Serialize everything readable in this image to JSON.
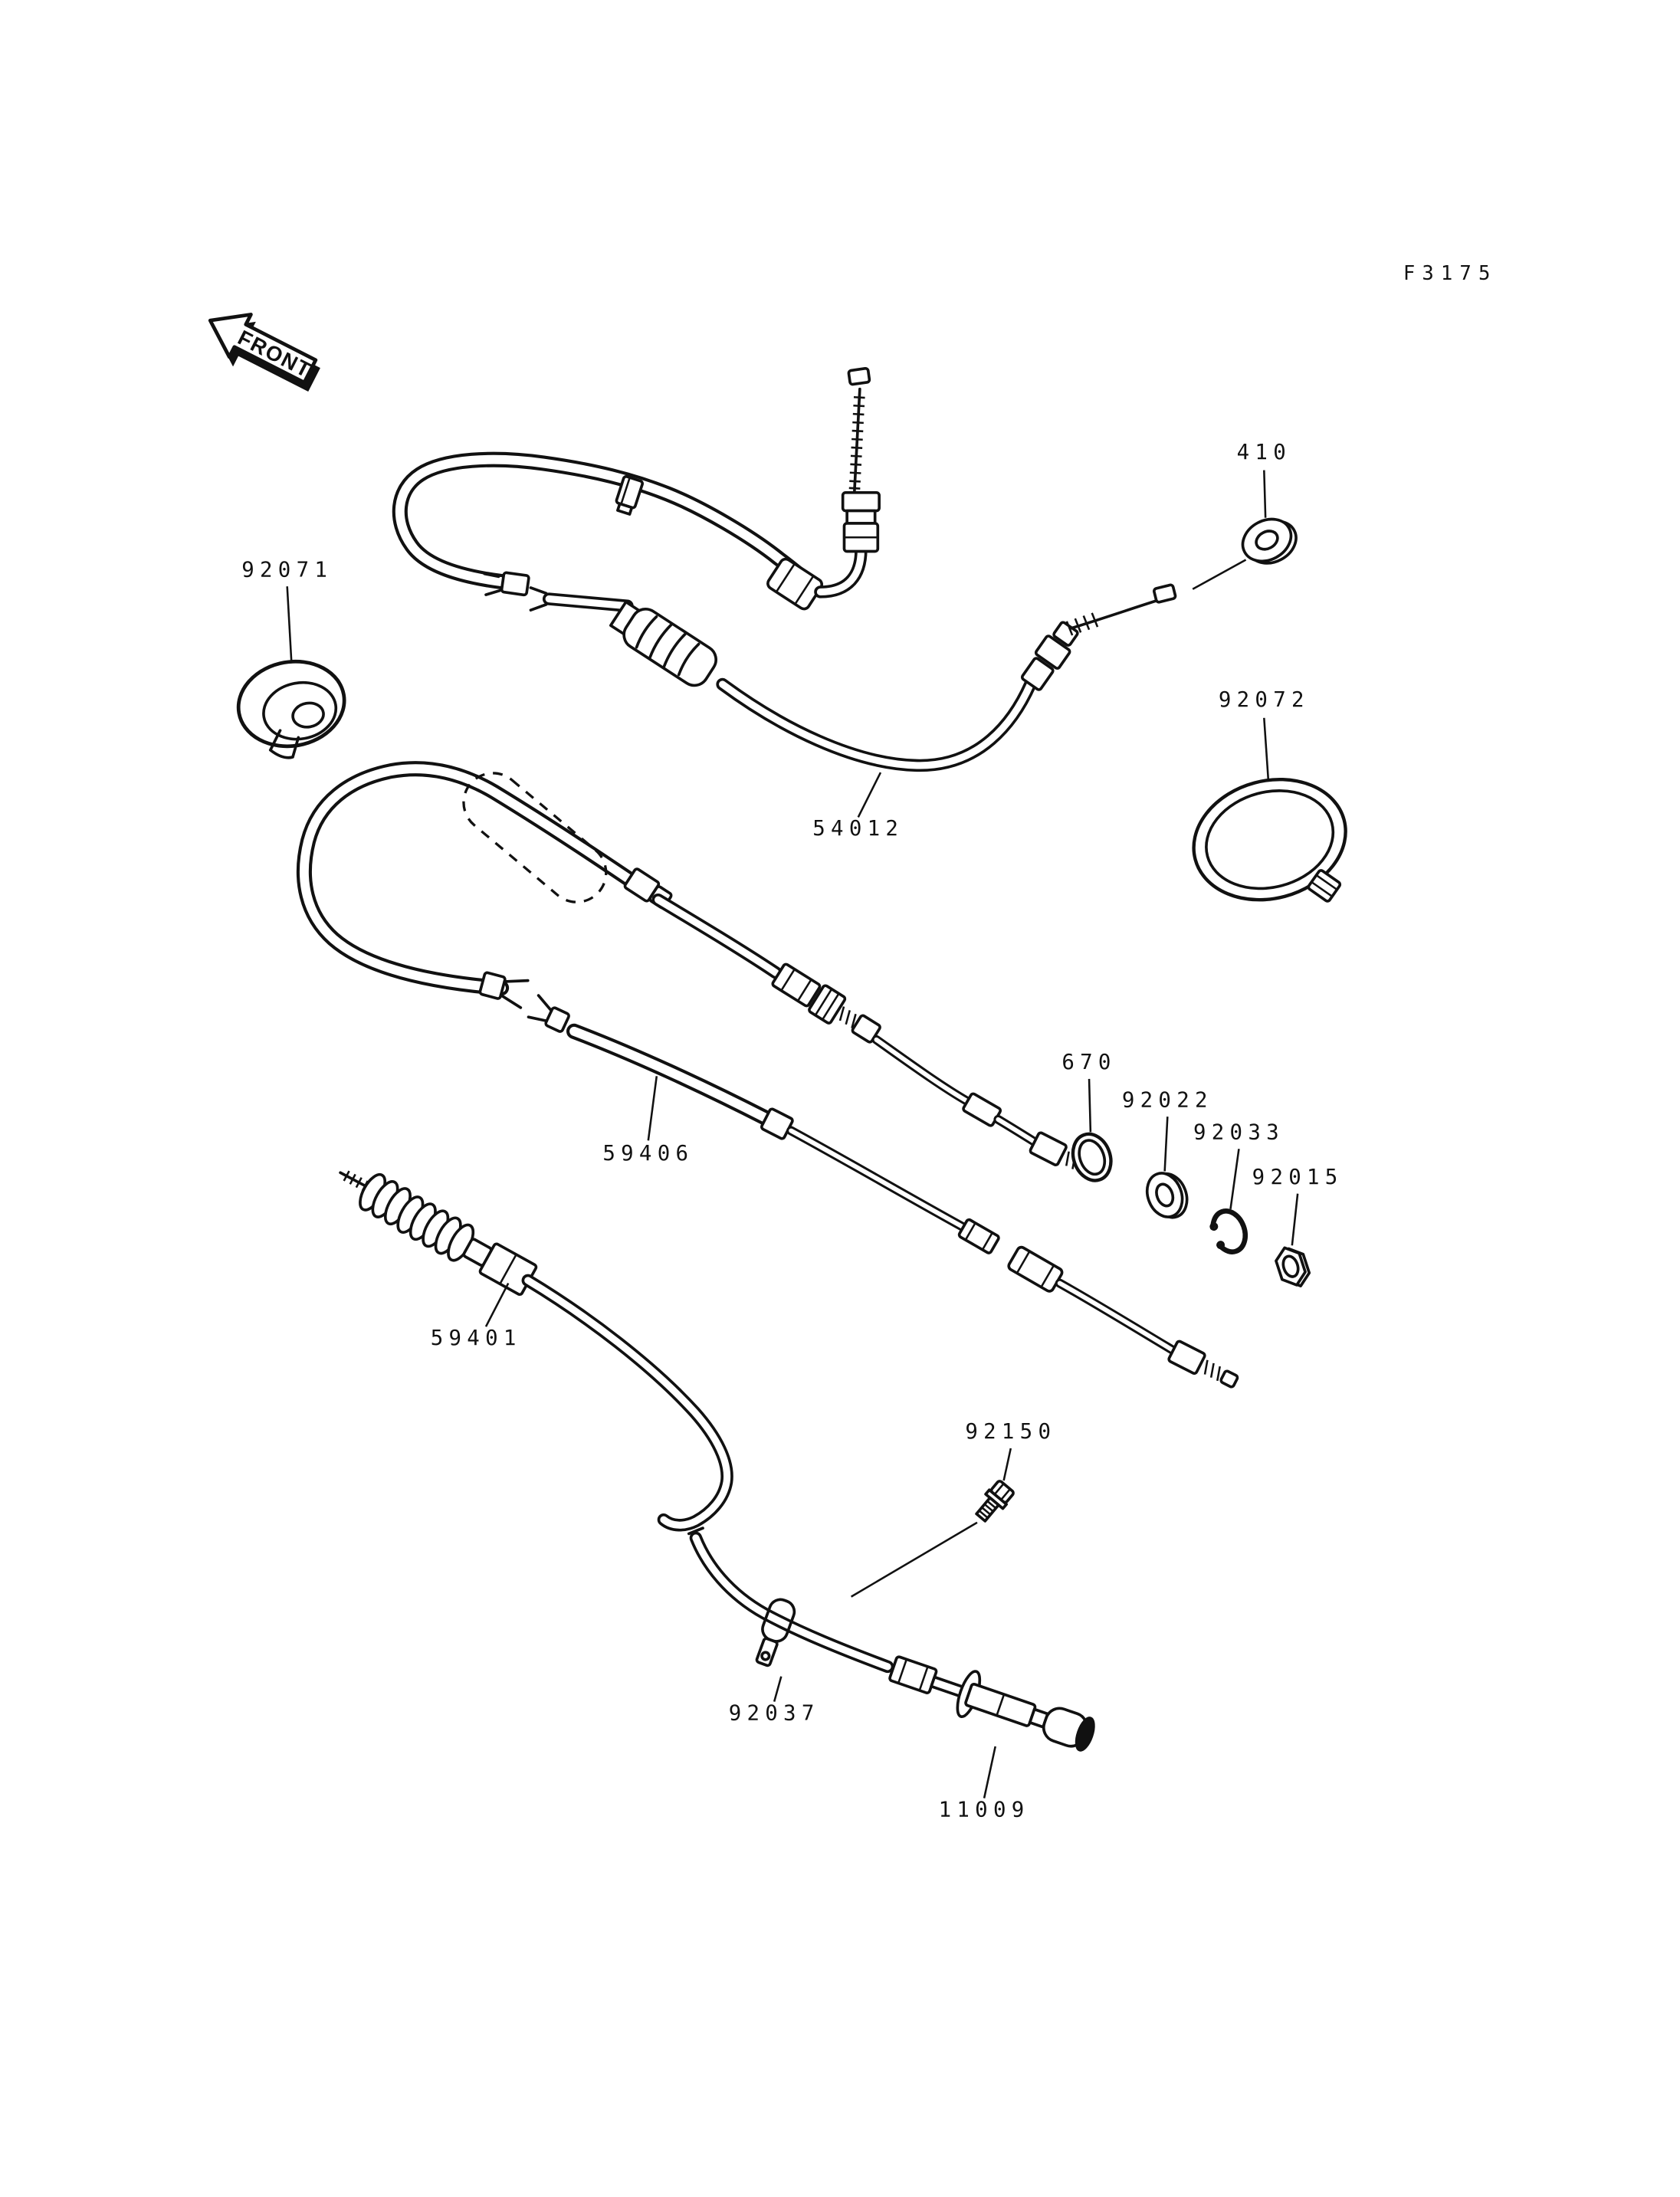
{
  "figure_code": "F3175",
  "front_arrow_label": "FRONT",
  "colors": {
    "ink": "#111111",
    "background": "#ffffff"
  },
  "parts": {
    "p92071": {
      "number": "92071"
    },
    "p54012": {
      "number": "54012"
    },
    "p410": {
      "number": "410"
    },
    "p92072": {
      "number": "92072"
    },
    "p59406": {
      "number": "59406"
    },
    "p670": {
      "number": "670"
    },
    "p92022": {
      "number": "92022"
    },
    "p92033": {
      "number": "92033"
    },
    "p92015": {
      "number": "92015"
    },
    "p59401": {
      "number": "59401"
    },
    "p92150": {
      "number": "92150"
    },
    "p92037": {
      "number": "92037"
    },
    "p11009": {
      "number": "11009"
    }
  }
}
